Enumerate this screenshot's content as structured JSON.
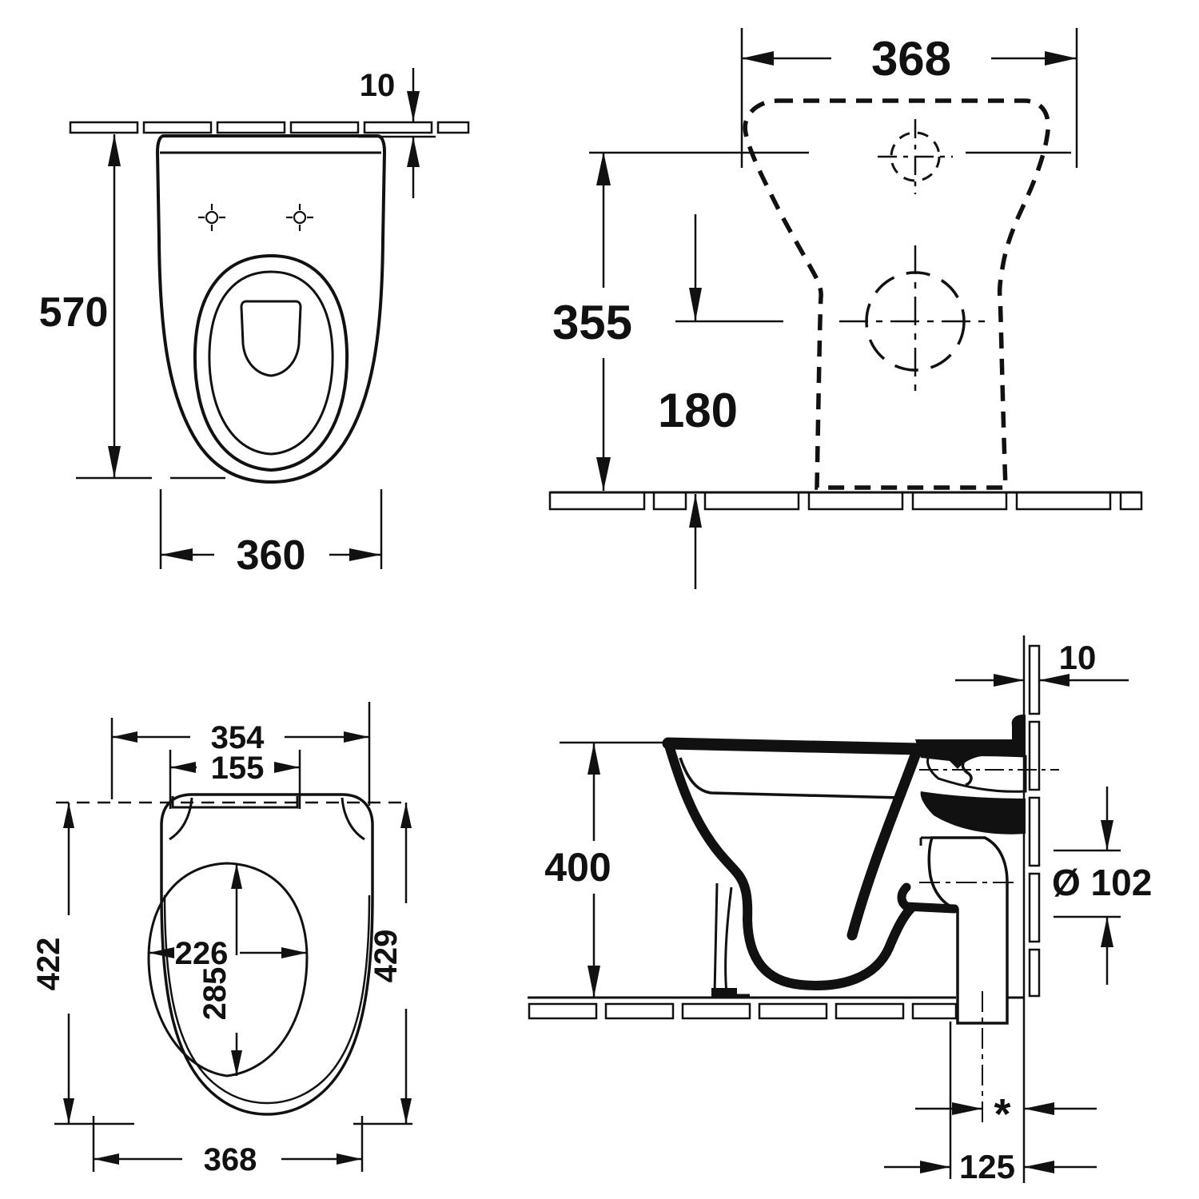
{
  "drawing": {
    "type": "technical-dimension-drawing",
    "background": "#ffffff",
    "line_color": "#111111",
    "views": {
      "top": {
        "dims": {
          "tile_offset": "10",
          "depth": "570",
          "width": "360"
        }
      },
      "rear": {
        "dims": {
          "width": "368",
          "height_rim": "355",
          "height_outlet": "180"
        }
      },
      "seat": {
        "dims": {
          "lid_top_width": "354",
          "hinge_bar_width": "155",
          "ring_length": "422",
          "opening_width": "226",
          "opening_length": "285",
          "lid_length": "429",
          "overall_width": "368"
        }
      },
      "side": {
        "dims": {
          "tile_thickness": "10",
          "rim_height": "400",
          "outlet_diameter": "Ø 102",
          "outlet_offset": "*",
          "outlet_distance": "125"
        }
      }
    }
  }
}
